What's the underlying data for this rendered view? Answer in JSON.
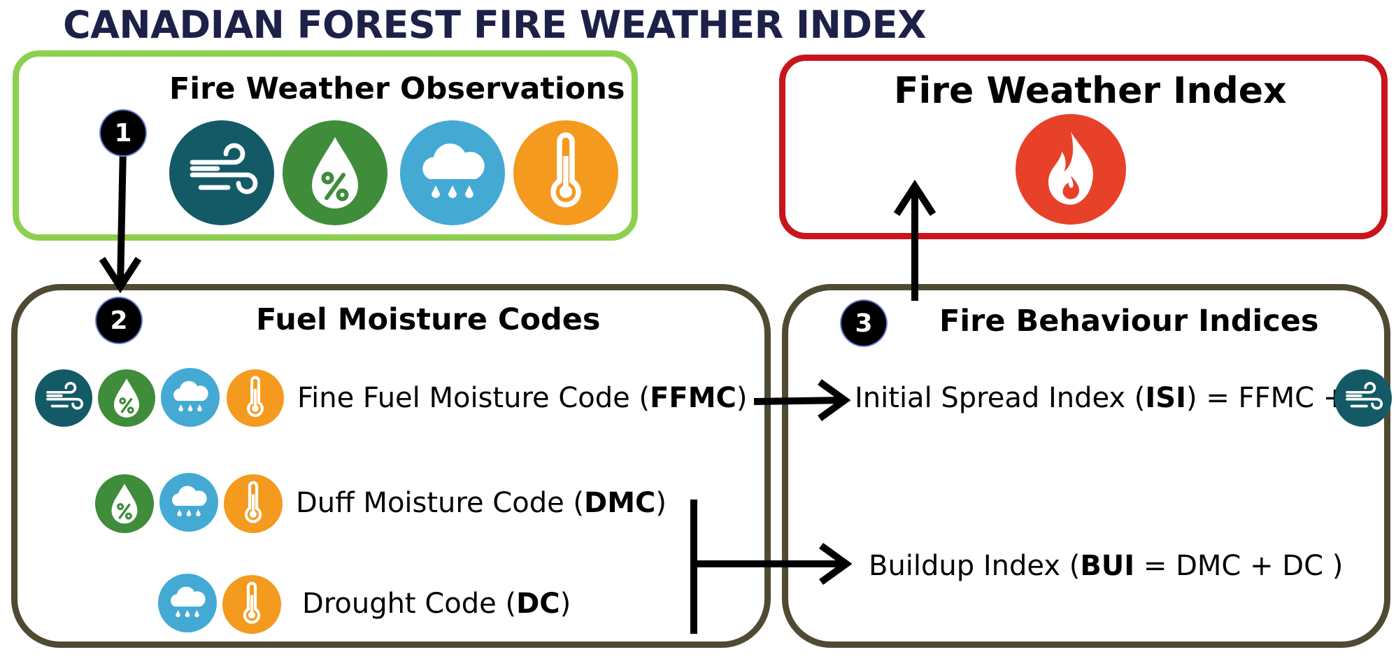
{
  "title": "CANADIAN FOREST FIRE WEATHER INDEX",
  "observations": {
    "heading": "Fire Weather Observations"
  },
  "fwi": {
    "heading": "Fire Weather Index"
  },
  "fmc": {
    "heading": "Fuel Moisture Codes",
    "ffmc": {
      "pre": "Fine Fuel Moisture Code (",
      "abbr": "FFMC",
      "post": ")"
    },
    "dmc": {
      "pre": "Duff Moisture Code (",
      "abbr": "DMC",
      "post": ")"
    },
    "dc": {
      "pre": "Drought Code (",
      "abbr": "DC",
      "post": ")"
    }
  },
  "fbi": {
    "heading": "Fire Behaviour Indices",
    "isi": {
      "pre": "Initial Spread Index (",
      "abbr": "ISI",
      "post": ") = FFMC +"
    },
    "bui": {
      "pre": "Buildup Index (",
      "abbr": "BUI",
      "post": " = DMC + DC )"
    }
  },
  "steps": {
    "s1": "1",
    "s2": "2",
    "s3": "3"
  },
  "icons": {
    "wind": "wind-icon",
    "humidity": "humidity-icon",
    "rain": "rain-icon",
    "temperature": "thermometer-icon",
    "fire": "fire-icon"
  },
  "colors": {
    "wind": "#135a66",
    "humidity": "#3f8c3a",
    "rain": "#44aad4",
    "temperature": "#f49a1e",
    "fire": "#e8412a",
    "observations_border": "#8dd04f",
    "fwi_border": "#c8151b",
    "codes_border": "#4f4a33",
    "title": "#1d2148"
  }
}
